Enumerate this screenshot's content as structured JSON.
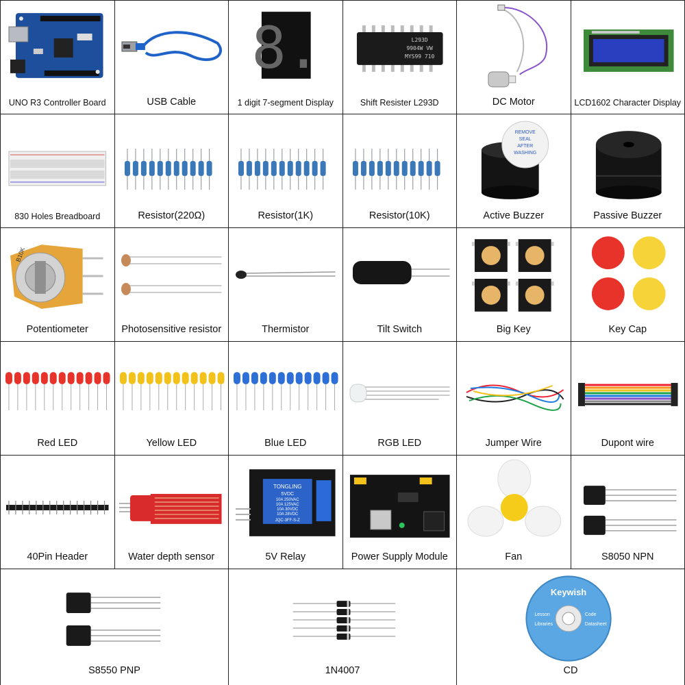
{
  "components": [
    {
      "label": "UNO R3 Controller Board",
      "icon": "arduino-board-icon"
    },
    {
      "label": "USB Cable",
      "icon": "usb-cable-icon"
    },
    {
      "label": "1 digit 7-segment Display",
      "icon": "seven-segment-display-icon",
      "digit_text": "8."
    },
    {
      "label": "Shift Resister L293D",
      "icon": "ic-chip-icon",
      "chip_text": [
        "L293D",
        "9904W VW",
        "MYS99 710"
      ]
    },
    {
      "label": "DC Motor",
      "icon": "dc-motor-icon"
    },
    {
      "label": "LCD1602 Character Display",
      "icon": "lcd-display-icon"
    },
    {
      "label": "830 Holes Breadboard",
      "icon": "breadboard-icon"
    },
    {
      "label": "Resistor(220Ω)",
      "icon": "resistor-icon"
    },
    {
      "label": "Resistor(1K)",
      "icon": "resistor-icon"
    },
    {
      "label": "Resistor(10K)",
      "icon": "resistor-icon"
    },
    {
      "label": "Active Buzzer",
      "icon": "active-buzzer-icon",
      "sticker_text": [
        "REMOVE",
        "SEAL",
        "AFTER",
        "WASHING"
      ]
    },
    {
      "label": "Passive Buzzer",
      "icon": "passive-buzzer-icon"
    },
    {
      "label": "Potentiometer",
      "icon": "potentiometer-icon",
      "marking": "B10K"
    },
    {
      "label": "Photosensitive resistor",
      "icon": "photoresistor-icon"
    },
    {
      "label": "Thermistor",
      "icon": "thermistor-icon"
    },
    {
      "label": "Tilt Switch",
      "icon": "tilt-switch-icon"
    },
    {
      "label": "Big Key",
      "icon": "push-button-icon"
    },
    {
      "label": "Key Cap",
      "icon": "key-cap-icon"
    },
    {
      "label": "Red LED",
      "icon": "led-icon",
      "color": "#e8332a"
    },
    {
      "label": "Yellow LED",
      "icon": "led-icon",
      "color": "#f2c21a"
    },
    {
      "label": "Blue LED",
      "icon": "led-icon",
      "color": "#2d6fd6"
    },
    {
      "label": "RGB LED",
      "icon": "rgb-led-icon"
    },
    {
      "label": "Jumper Wire",
      "icon": "jumper-wire-icon"
    },
    {
      "label": "Dupont wire",
      "icon": "dupont-wire-icon"
    },
    {
      "label": "40Pin Header",
      "icon": "pin-header-icon"
    },
    {
      "label": "Water depth sensor",
      "icon": "water-sensor-icon"
    },
    {
      "label": "5V Relay",
      "icon": "relay-icon",
      "relay_text": [
        "TONGLING",
        "5VDC",
        "10A 250VAC",
        "10A 125VAC",
        "10A 30VDC",
        "10A 28VDC",
        "JQC-3FF-S-Z"
      ]
    },
    {
      "label": "Power Supply Module",
      "icon": "power-module-icon"
    },
    {
      "label": "Fan",
      "icon": "fan-icon"
    },
    {
      "label": "S8050 NPN",
      "icon": "transistor-icon"
    },
    {
      "label": "S8550 PNP",
      "icon": "transistor-icon"
    },
    {
      "label": "1N4007",
      "icon": "diode-icon"
    },
    {
      "label": "CD",
      "icon": "cd-icon",
      "brand": "Keywish",
      "cd_items": [
        "Lesson",
        "Code",
        "Libraries",
        "Datasheet"
      ]
    }
  ],
  "colors": {
    "board_blue": "#1d4f9c",
    "red_cap": "#e8332a",
    "yellow_cap": "#f7d33a",
    "cd_blue": "#5aa7e3"
  }
}
